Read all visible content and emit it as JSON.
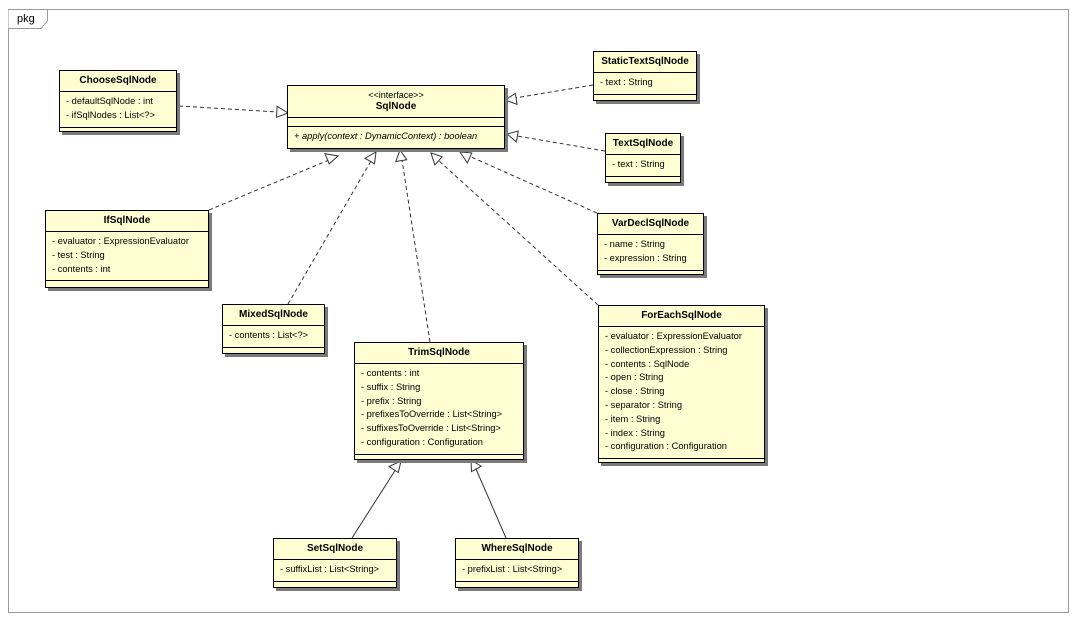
{
  "package_label": "pkg",
  "interface": {
    "stereotype": "<<interface>>",
    "name": "SqlNode",
    "operation": "+ apply(context : DynamicContext) : boolean"
  },
  "classes": {
    "choose": {
      "name": "ChooseSqlNode",
      "attrs": [
        "- defaultSqlNode : int",
        "- ifSqlNodes : List<?>"
      ]
    },
    "statictext": {
      "name": "StaticTextSqlNode",
      "attrs": [
        "- text : String"
      ]
    },
    "text": {
      "name": "TextSqlNode",
      "attrs": [
        "- text : String"
      ]
    },
    "vardecl": {
      "name": "VarDeclSqlNode",
      "attrs": [
        "- name : String",
        "- expression : String"
      ]
    },
    "if": {
      "name": "IfSqlNode",
      "attrs": [
        "- evaluator : ExpressionEvaluator",
        "- test : String",
        "- contents : int"
      ]
    },
    "mixed": {
      "name": "MixedSqlNode",
      "attrs": [
        "- contents : List<?>"
      ]
    },
    "trim": {
      "name": "TrimSqlNode",
      "attrs": [
        "- contents : int",
        "- suffix : String",
        "- prefix : String",
        "- prefixesToOverride : List<String>",
        "- suffixesToOverride : List<String>",
        "- configuration : Configuration"
      ]
    },
    "foreach": {
      "name": "ForEachSqlNode",
      "attrs": [
        "- evaluator : ExpressionEvaluator",
        "- collectionExpression : String",
        "- contents : SqlNode",
        "- open : String",
        "- close : String",
        "- separator : String",
        "- item : String",
        "- index : String",
        "- configuration : Configuration"
      ]
    },
    "set": {
      "name": "SetSqlNode",
      "attrs": [
        "- suffixList : List<String>"
      ]
    },
    "where": {
      "name": "WhereSqlNode",
      "attrs": [
        "- prefixList : List<String>"
      ]
    }
  },
  "relations": [
    {
      "from": "choose",
      "to": "interface",
      "kind": "realization"
    },
    {
      "from": "statictext",
      "to": "interface",
      "kind": "realization"
    },
    {
      "from": "text",
      "to": "interface",
      "kind": "realization"
    },
    {
      "from": "vardecl",
      "to": "interface",
      "kind": "realization"
    },
    {
      "from": "if",
      "to": "interface",
      "kind": "realization"
    },
    {
      "from": "mixed",
      "to": "interface",
      "kind": "realization"
    },
    {
      "from": "trim",
      "to": "interface",
      "kind": "realization"
    },
    {
      "from": "foreach",
      "to": "interface",
      "kind": "realization"
    },
    {
      "from": "set",
      "to": "trim",
      "kind": "generalization"
    },
    {
      "from": "where",
      "to": "trim",
      "kind": "generalization"
    }
  ]
}
